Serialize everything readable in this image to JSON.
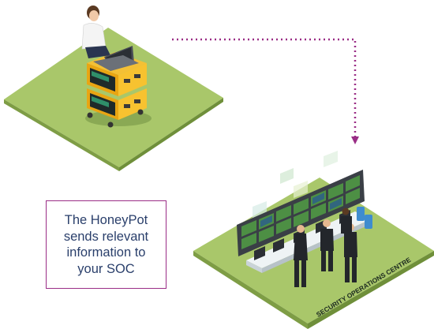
{
  "callout": {
    "lines": [
      "The HoneyPot",
      "sends relevant",
      "information to",
      "your SOC"
    ]
  },
  "soc_sign": {
    "text": "SECURITY OPERATIONS CENTRE"
  },
  "colors": {
    "platform_green": "#a9c76a",
    "platform_edge": "#6f8f3a",
    "honeypot_yellow": "#f2b51a",
    "arrow_purple": "#9a2d86",
    "text_navy": "#2a3f6b"
  },
  "icons": {
    "honeypot_device": "honeypot-rack-icon",
    "analyst": "person-laptop-icon",
    "soc": "security-operations-centre-illustration"
  }
}
